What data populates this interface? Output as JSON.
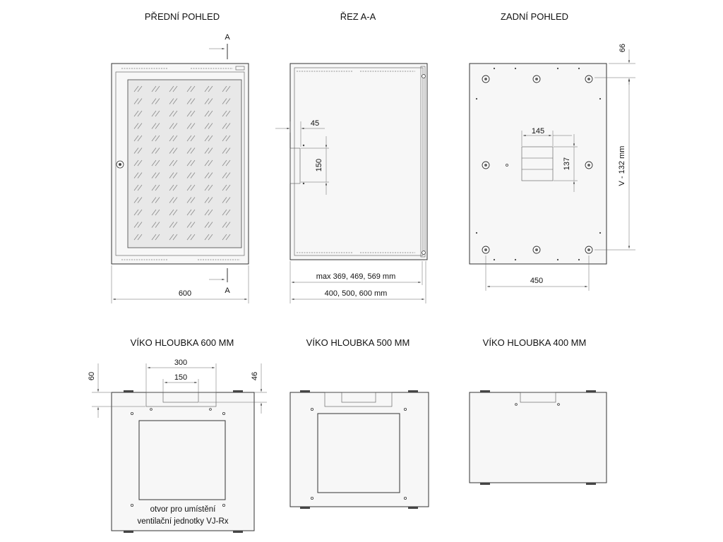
{
  "views": {
    "front": {
      "title": "PŘEDNÍ POHLED",
      "width_dim": "600",
      "section_mark_top": "A",
      "section_mark_bottom": "A"
    },
    "section": {
      "title": "ŘEZ A-A",
      "dim_45": "45",
      "dim_150": "150",
      "dim_max": "max 369, 469, 569 mm",
      "dim_depths": "400, 500, 600 mm"
    },
    "rear": {
      "title": "ZADNÍ POHLED",
      "dim_66": "66",
      "dim_height": "V - 132 mm",
      "dim_145": "145",
      "dim_137": "137",
      "dim_450": "450"
    }
  },
  "lids": {
    "d600": {
      "title": "VÍKO HLOUBKA 600 MM",
      "dim_300": "300",
      "dim_150": "150",
      "dim_60": "60",
      "dim_46": "46",
      "note_line1": "otvor pro umístění",
      "note_line2": "ventilační jednotky VJ-Rx"
    },
    "d500": {
      "title": "VÍKO HLOUBKA 500 MM"
    },
    "d400": {
      "title": "VÍKO HLOUBKA 400 MM"
    }
  }
}
